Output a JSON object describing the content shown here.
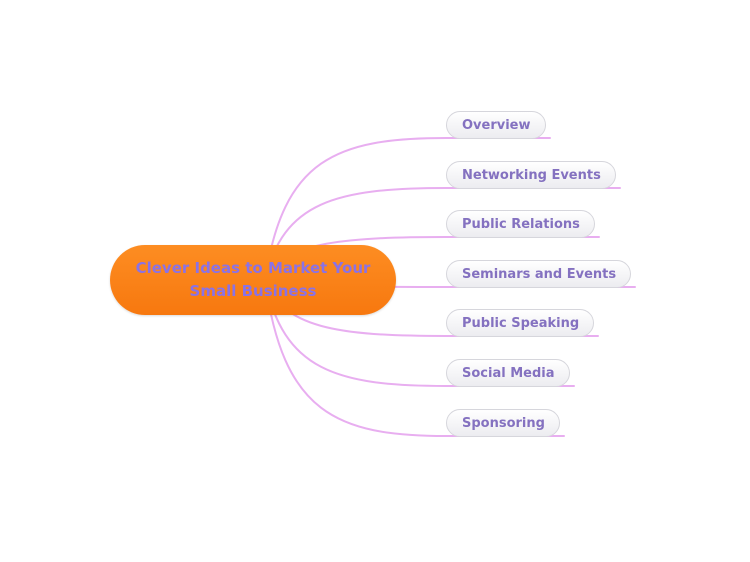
{
  "central_topic": {
    "label": "Clever Ideas to Market Your Small Business",
    "fill_color": "#f7780f",
    "text_color": "#8a72e6"
  },
  "connector_color": "#e8aef0",
  "subtopics": [
    {
      "label": "Overview"
    },
    {
      "label": "Networking Events"
    },
    {
      "label": "Public Relations"
    },
    {
      "label": "Seminars and Events"
    },
    {
      "label": "Public Speaking"
    },
    {
      "label": "Social Media"
    },
    {
      "label": "Sponsoring"
    }
  ]
}
